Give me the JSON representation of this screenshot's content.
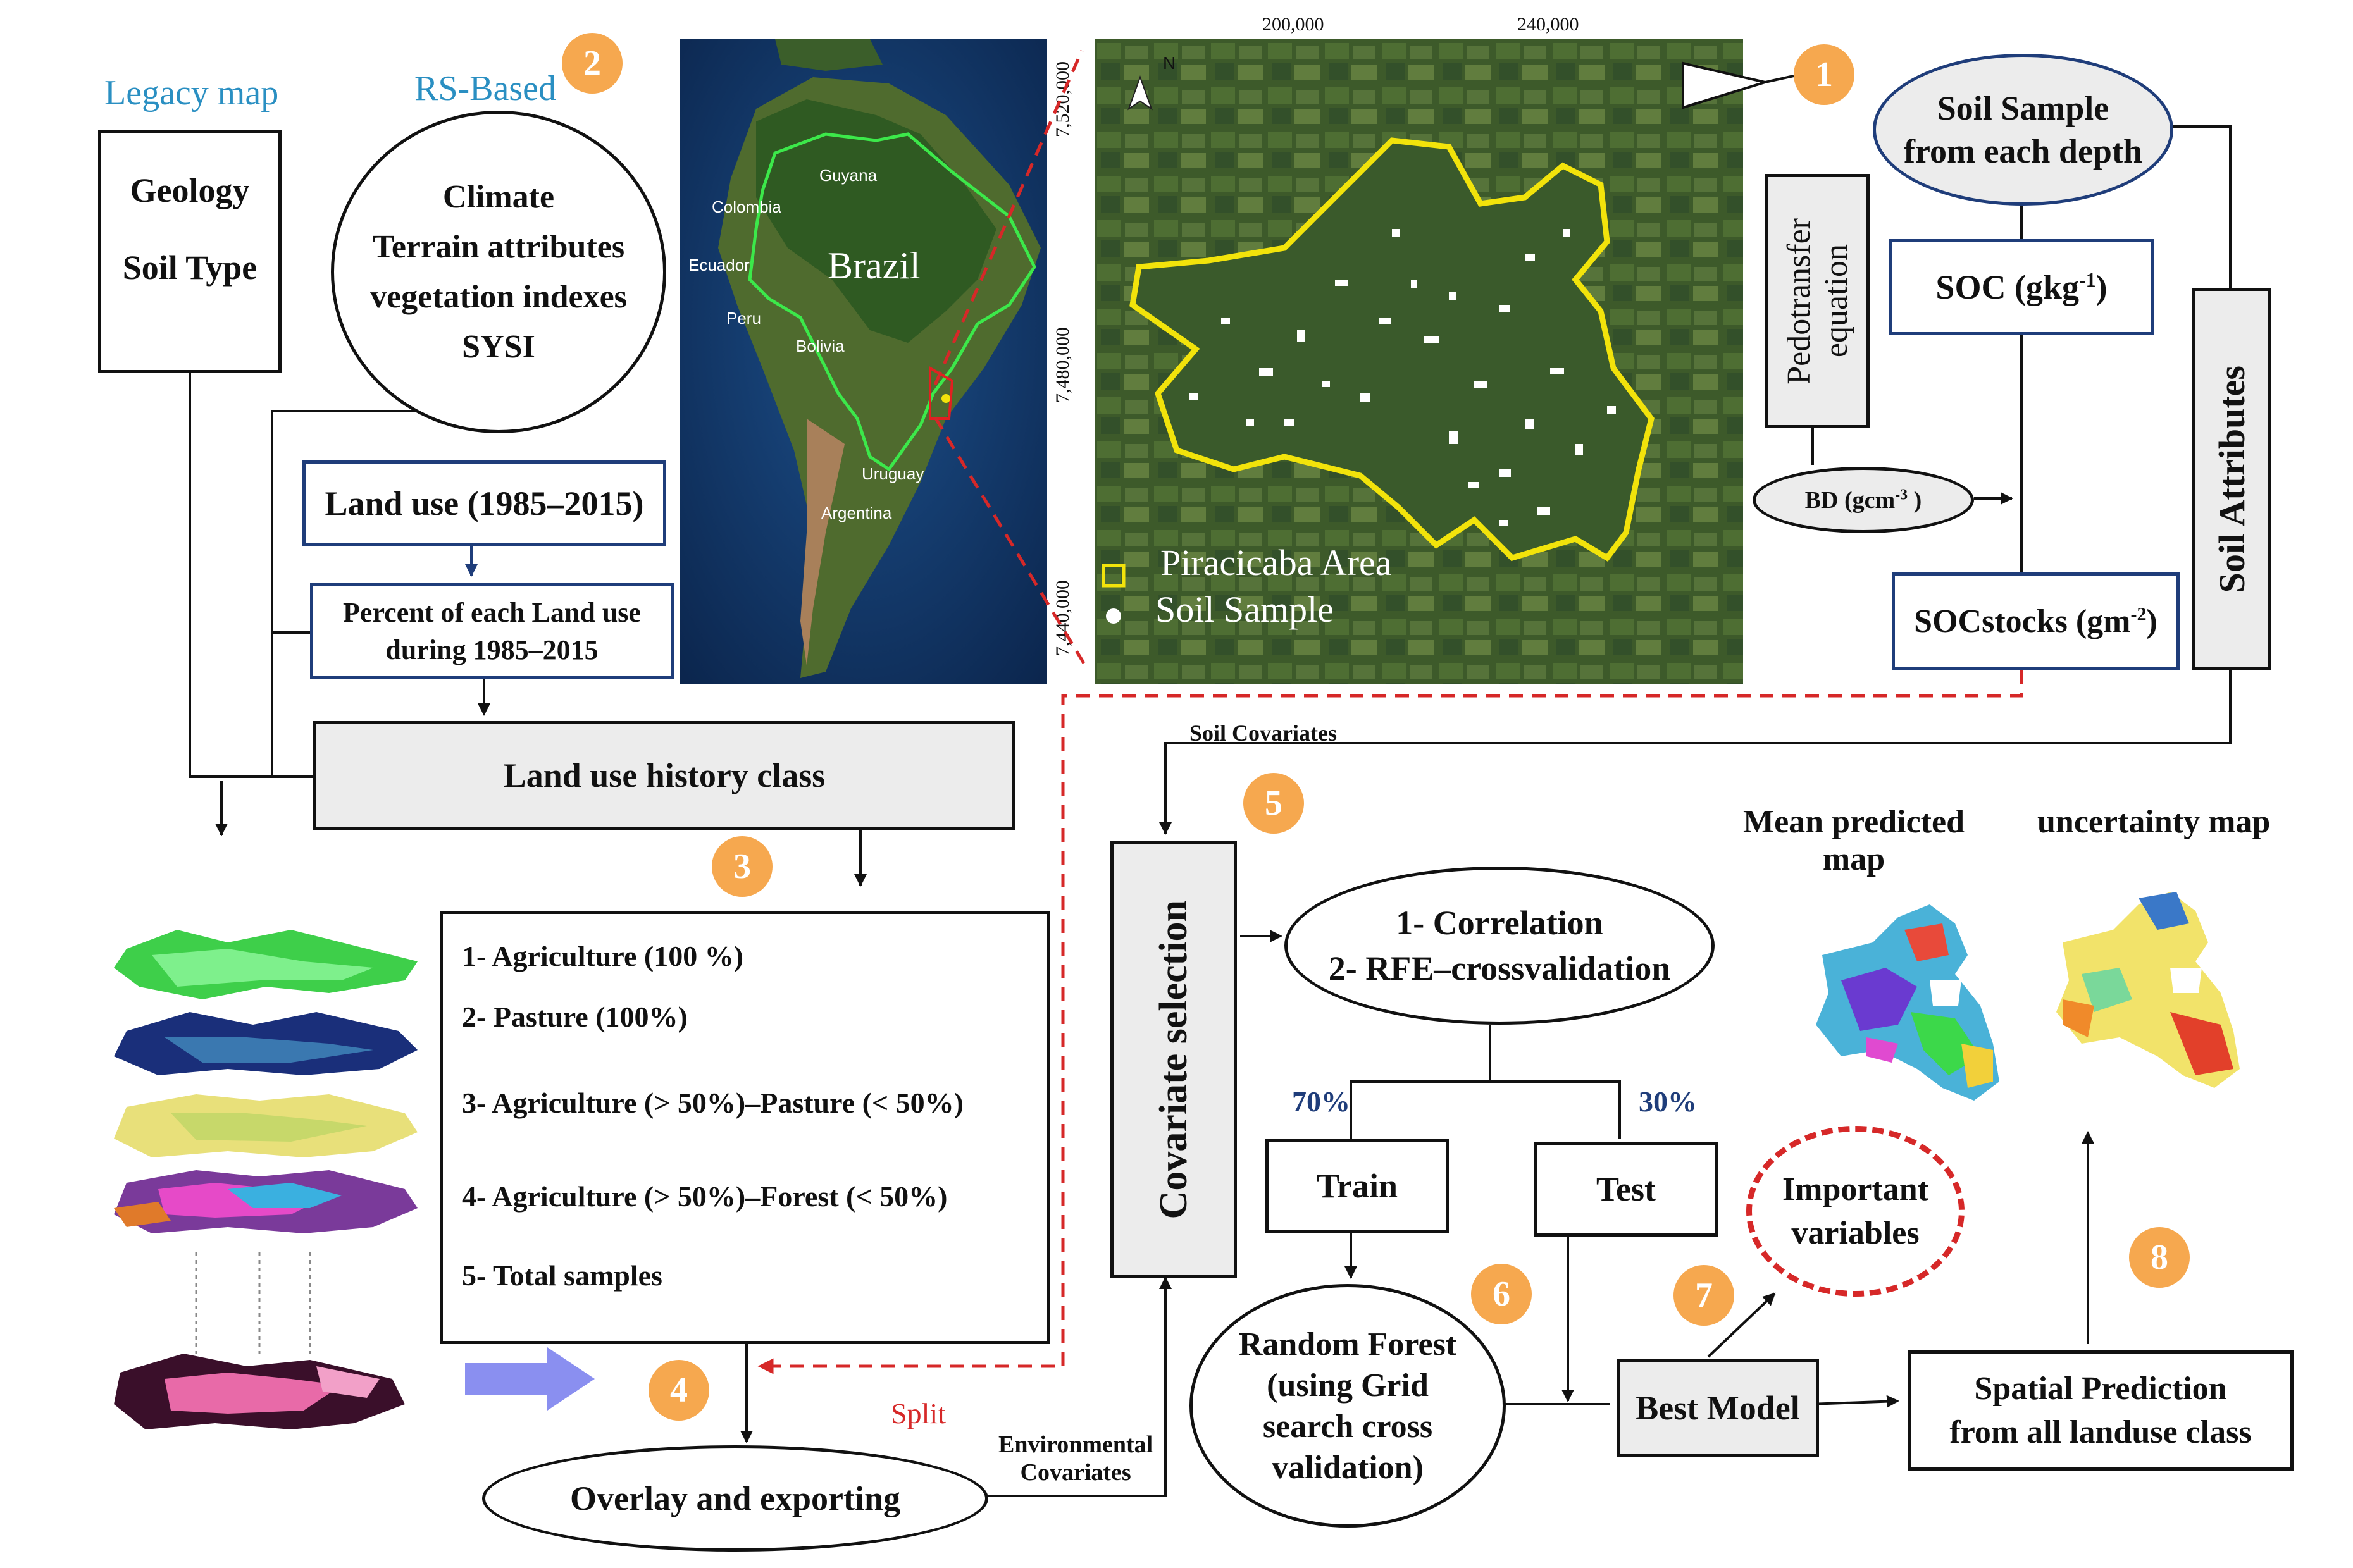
{
  "titles": {
    "legacy": "Legacy map",
    "rs": "RS-Based"
  },
  "legacy_box": [
    "Geology",
    "Soil Type"
  ],
  "rs_circle": [
    "Climate",
    "Terrain attributes",
    "vegetation indexes",
    "SYSI"
  ],
  "landuse_box": "Land use (1985–2015)",
  "percent_box": [
    "Percent of each Land use",
    "during 1985–2015"
  ],
  "history_box": "Land use history class",
  "classes": [
    "1- Agriculture (100 %)",
    "2- Pasture (100%)",
    "3- Agriculture (> 50%)–Pasture (< 50%)",
    "4- Agriculture (> 50%)–Forest (< 50%)",
    "5- Total samples"
  ],
  "overlay": "Overlay and exporting",
  "split": "Split",
  "env_cov": [
    "Environmental",
    "Covariates"
  ],
  "soil_cov": "Soil Covariates",
  "cov_sel": "Covariate selection",
  "corr": [
    "1- Correlation",
    "2- RFE–crossvalidation"
  ],
  "pct70": "70%",
  "pct30": "30%",
  "train": "Train",
  "test": "Test",
  "rf": [
    "Random Forest",
    "(using Grid",
    "search cross",
    "validation)"
  ],
  "best": "Best Model",
  "important": [
    "Important",
    "variables"
  ],
  "spatial": [
    "Spatial Prediction",
    "from all landuse class"
  ],
  "mean_map": [
    "Mean predicted",
    "map"
  ],
  "unc_map": "uncertainty map",
  "soil_sample": [
    "Soil Sample",
    "from each depth"
  ],
  "pedo": [
    "Pedotransfer",
    "equation"
  ],
  "soc": "SOC (gkg",
  "soc_sup": "-1",
  "bd": "BD (gcm",
  "bd_sup": "-3",
  "socst": "SOCstocks (gm",
  "socst_sup": "-2",
  "soil_attr": "Soil Attributes",
  "badges": [
    "1",
    "2",
    "3",
    "4",
    "5",
    "6",
    "7",
    "8"
  ],
  "sa_map": {
    "brazil": "Brazil",
    "countries": [
      "Guyana",
      "Colombia",
      "Ecuador",
      "Peru",
      "Bolivia",
      "Uruguay",
      "Argentina"
    ]
  },
  "study_map": {
    "north": "N",
    "x_ticks": [
      "200,000",
      "240,000"
    ],
    "y_ticks": [
      "7,520,000",
      "7,480,000",
      "7,440,000"
    ],
    "legend": [
      "Piracicaba Area",
      "Soil Sample"
    ]
  },
  "colors": {
    "badge": "#f6a84f",
    "blue_border": "#1f3d7a",
    "title_blue": "#2a8fc2",
    "dashed_red": "#d62828",
    "area_yellow": "#f2e30b",
    "arrow_blue": "#8a8ff0"
  }
}
